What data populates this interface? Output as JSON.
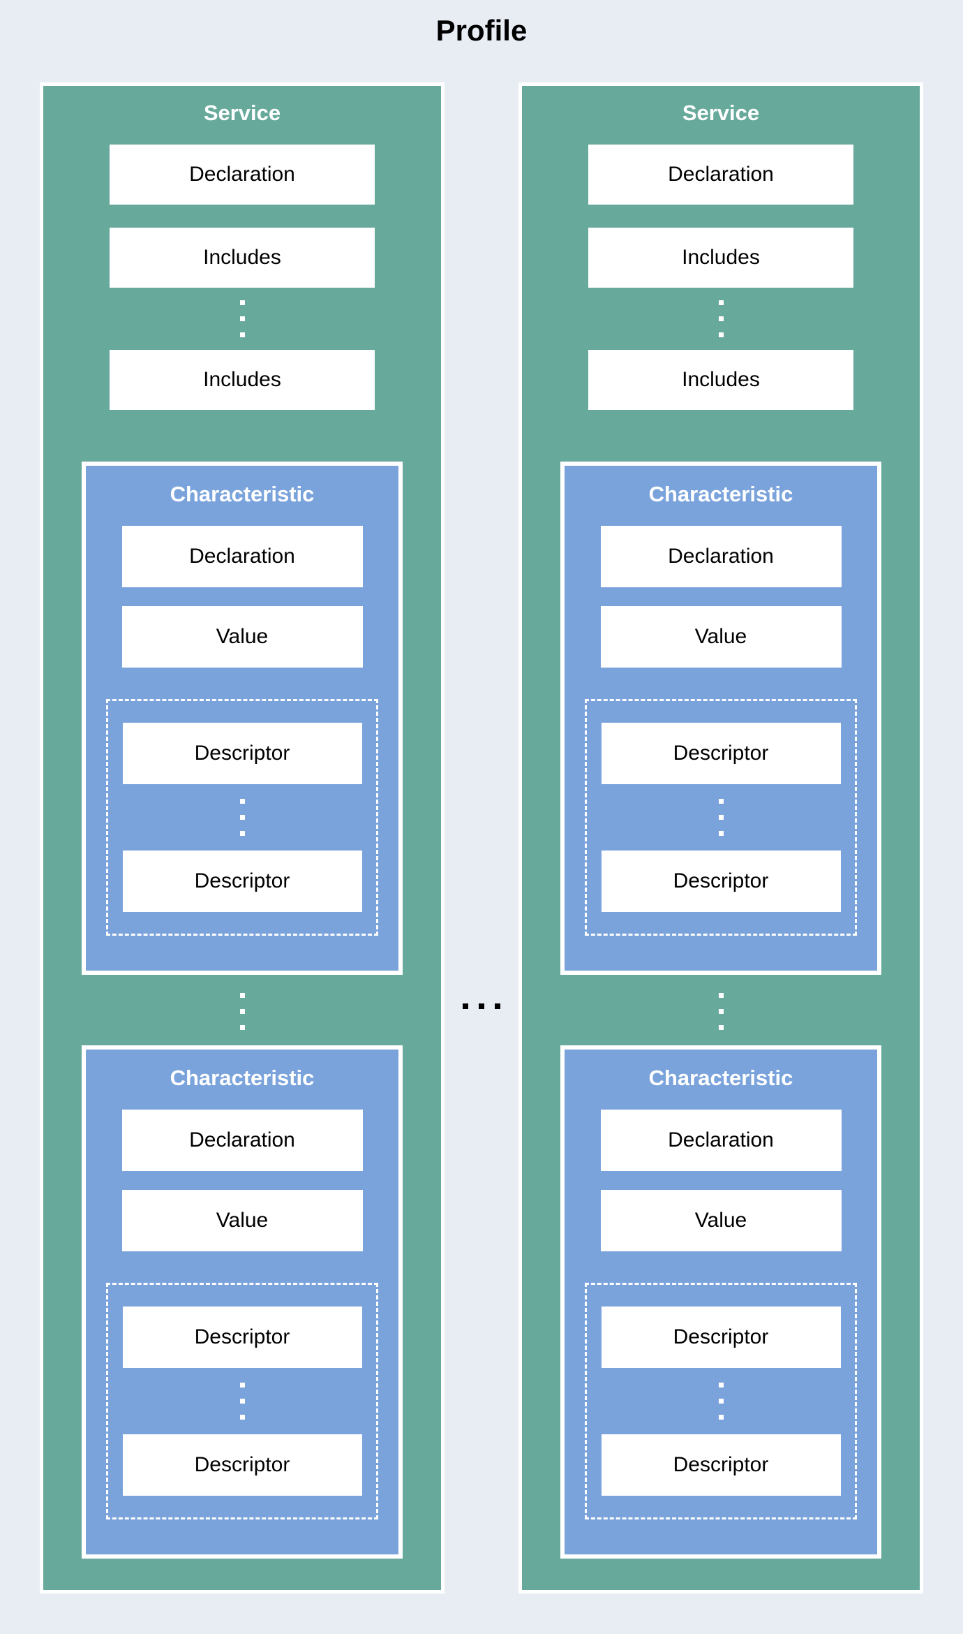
{
  "title": "Profile",
  "colors": {
    "background": "#e8edf4",
    "service_fill": "#67a99b",
    "characteristic_fill": "#7aa3dc",
    "box_fill": "#ffffff",
    "box_text": "#000000",
    "header_text": "#ffffff",
    "title_text": "#000000"
  },
  "services": [
    {
      "title": "Service",
      "declaration_label": "Declaration",
      "includes_labels": [
        "Includes",
        "Includes"
      ],
      "characteristics": [
        {
          "title": "Characteristic",
          "declaration_label": "Declaration",
          "value_label": "Value",
          "descriptor_labels": [
            "Descriptor",
            "Descriptor"
          ]
        },
        {
          "title": "Characteristic",
          "declaration_label": "Declaration",
          "value_label": "Value",
          "descriptor_labels": [
            "Descriptor",
            "Descriptor"
          ]
        }
      ]
    },
    {
      "title": "Service",
      "declaration_label": "Declaration",
      "includes_labels": [
        "Includes",
        "Includes"
      ],
      "characteristics": [
        {
          "title": "Characteristic",
          "declaration_label": "Declaration",
          "value_label": "Value",
          "descriptor_labels": [
            "Descriptor",
            "Descriptor"
          ]
        },
        {
          "title": "Characteristic",
          "declaration_label": "Declaration",
          "value_label": "Value",
          "descriptor_labels": [
            "Descriptor",
            "Descriptor"
          ]
        }
      ]
    }
  ]
}
